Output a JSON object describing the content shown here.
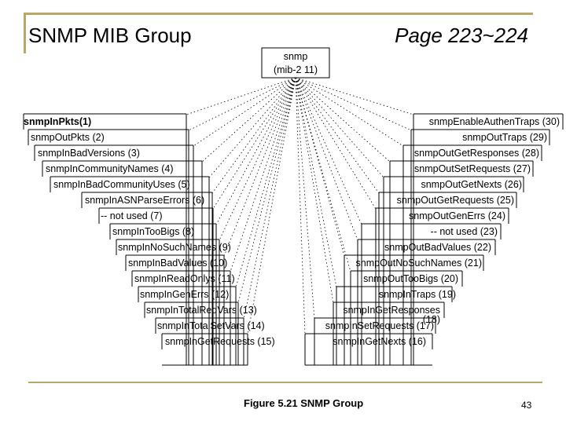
{
  "slide": {
    "title": "SNMP MIB Group",
    "page_ref": "Page 223~224",
    "caption": "Figure 5.21 SNMP Group",
    "page_number": "43"
  },
  "root": {
    "name": "snmp",
    "oid": "(mib-2 11)"
  },
  "left_nodes": [
    {
      "label": "snmpInPkts(1)",
      "bold": true
    },
    {
      "label": "snmpOutPkts (2)"
    },
    {
      "label": "snmpInBadVersions (3)"
    },
    {
      "label": "snmpInCommunityNames (4)"
    },
    {
      "label": "snmpInBadCommunityUses (5)"
    },
    {
      "label": "snmpInASNParseErrors (6)"
    },
    {
      "label": "-- not used (7)"
    },
    {
      "label": "snmpInTooBigs (8)"
    },
    {
      "label": "snmpInNoSuchNames (9)"
    },
    {
      "label": "snmpInBadValues (10)"
    },
    {
      "label": "snmpInReadOnlys (11)"
    },
    {
      "label": "snmpInGenErrs (12)"
    },
    {
      "label": "snmpInTotalReqVars (13)"
    },
    {
      "label": "snmpInTotalSetVars (14)"
    },
    {
      "label": "snmpInGetRequests (15)"
    }
  ],
  "right_nodes": [
    {
      "label": "snmpEnableAuthenTraps (30)"
    },
    {
      "label": "snmpOutTraps (29)"
    },
    {
      "label": "snmpOutGetResponses (28)"
    },
    {
      "label": "snmpOutSetRequests (27)"
    },
    {
      "label": "snmpOutGetNexts (26)"
    },
    {
      "label": "snmpOutGetRequests (25)"
    },
    {
      "label": "snmpOutGenErrs (24)"
    },
    {
      "label": "-- not used (23)"
    },
    {
      "label": "snmpOutBadValues (22)"
    },
    {
      "label": "snmpOutNoSuchNames (21)"
    },
    {
      "label": "snmpOutTooBigs (20)"
    },
    {
      "label": "snmpInTraps (19)"
    },
    {
      "label": "snmpInGetResponses",
      "label2": "(18)"
    },
    {
      "label": "snmpInSetRequests (17)"
    },
    {
      "label": "snmpInGetNexts (16)"
    }
  ]
}
